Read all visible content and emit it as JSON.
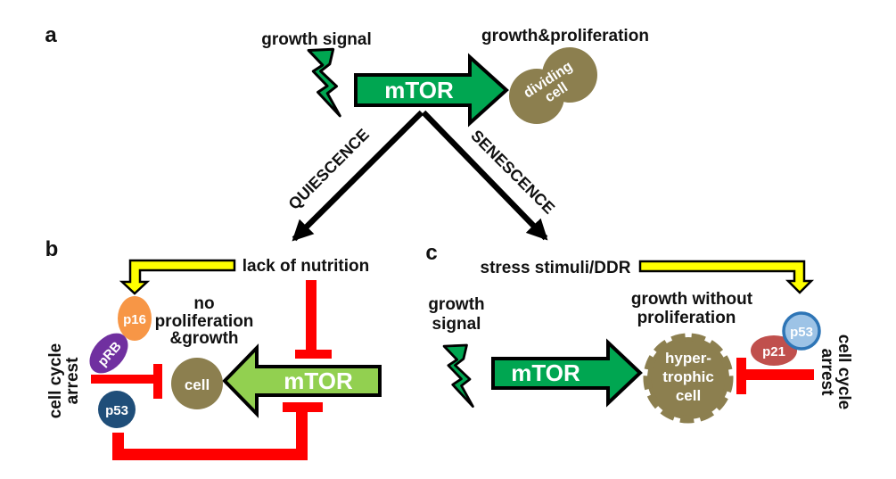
{
  "colors": {
    "green": "#00A651",
    "light_green": "#92D050",
    "yellow": "#FFFF00",
    "red": "#FF0000",
    "olive": "#8C7F4F",
    "orange": "#F79646",
    "purple": "#7030A0",
    "navy": "#1F4E79",
    "light_blue": "#9DC3E6",
    "light_blue_border": "#2E75B6",
    "brick": "#C0504D",
    "black": "#000000",
    "white": "#FFFFFF"
  },
  "panel_a": {
    "label": "a",
    "growth_signal": "growth signal",
    "mtor": "mTOR",
    "growth_proliferation": "growth&proliferation",
    "dividing_cell_line1": "dividing",
    "dividing_cell_line2": "cell",
    "quiescence": "QUIESCENCE",
    "senescence": "SENESCENCE"
  },
  "panel_b": {
    "label": "b",
    "lack_of_nutrition": "lack of nutrition",
    "no_proliferation_line1": "no",
    "no_proliferation_line2": "proliferation",
    "no_proliferation_line3": "&growth",
    "cell": "cell",
    "mtor": "mTOR",
    "p16": "p16",
    "prb": "pRB",
    "p53": "p53",
    "cell_cycle_arrest_line1": "cell cycle",
    "cell_cycle_arrest_line2": "arrest"
  },
  "panel_c": {
    "label": "c",
    "stress_stimuli": "stress stimuli/DDR",
    "growth_signal_line1": "growth",
    "growth_signal_line2": "signal",
    "growth_without_line1": "growth without",
    "growth_without_line2": "proliferation",
    "mtor": "mTOR",
    "hypertrophic_line1": "hyper-",
    "hypertrophic_line2": "trophic",
    "hypertrophic_line3": "cell",
    "p53": "p53",
    "p21": "p21",
    "cell_cycle_arrest_line1": "cell cycle",
    "cell_cycle_arrest_line2": "arrest"
  }
}
